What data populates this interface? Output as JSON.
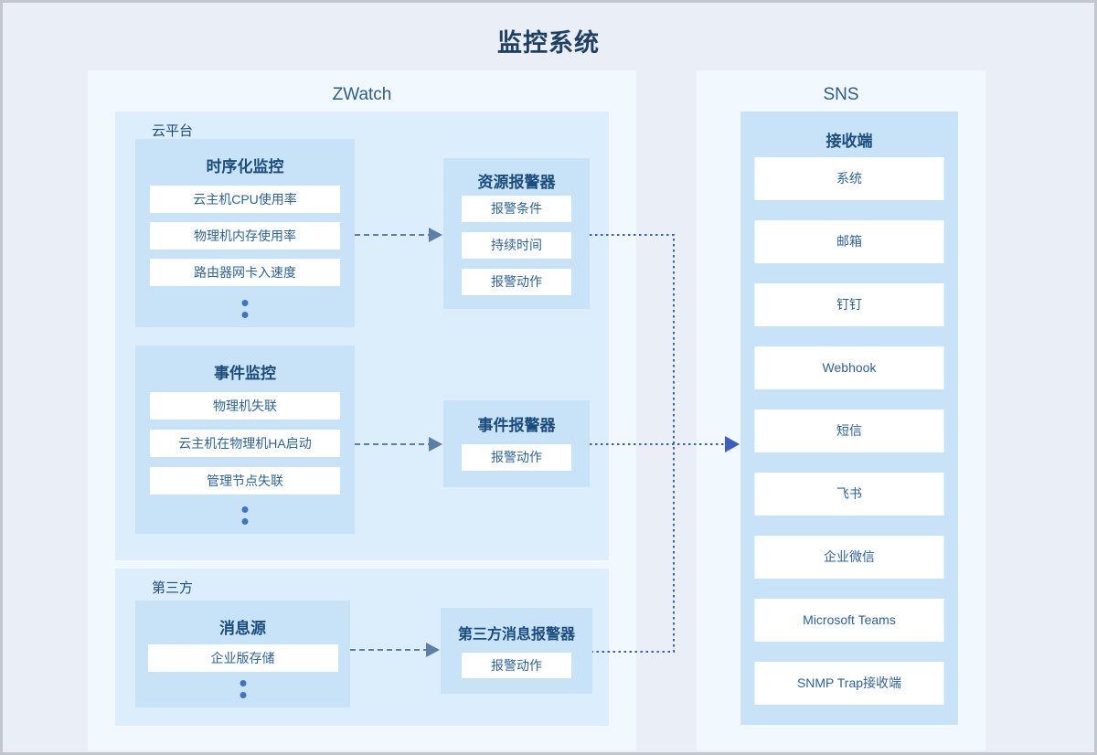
{
  "title": "监控系统",
  "colors": {
    "page_bg": "#e9eef7",
    "container_bg": "#f1f8fe",
    "group_bg": "#dcedfb",
    "box_bg": "#c8e3f7",
    "title_dark": "#1f4062",
    "header_blue": "#1b4c7e",
    "item_blue": "#2d6396",
    "connector_muted": "#5b80a8",
    "connector_bright": "#3c5ec2",
    "dots_blue": "#3f74c2"
  },
  "zwatch": {
    "label": "ZWatch",
    "cloud": {
      "label": "云平台",
      "timeseries": {
        "title": "时序化监控",
        "items": [
          "云主机CPU使用率",
          "物理机内存使用率",
          "路由器网卡入速度"
        ]
      },
      "events": {
        "title": "事件监控",
        "items": [
          "物理机失联",
          "云主机在物理机HA启动",
          "管理节点失联"
        ]
      }
    },
    "third_party": {
      "label": "第三方",
      "message_source": {
        "title": "消息源",
        "items": [
          "企业版存储"
        ]
      }
    },
    "alarms": {
      "resource": {
        "title": "资源报警器",
        "items": [
          "报警条件",
          "持续时间",
          "报警动作"
        ]
      },
      "event": {
        "title": "事件报警器",
        "items": [
          "报警动作"
        ]
      },
      "third_party_message": {
        "title": "第三方消息报警器",
        "items": [
          "报警动作"
        ]
      }
    }
  },
  "sns": {
    "label": "SNS",
    "receiver": {
      "title": "接收端",
      "items": [
        "系统",
        "邮箱",
        "钉钉",
        "Webhook",
        "短信",
        "飞书",
        "企业微信",
        "Microsoft Teams",
        "SNMP Trap接收端"
      ]
    }
  }
}
